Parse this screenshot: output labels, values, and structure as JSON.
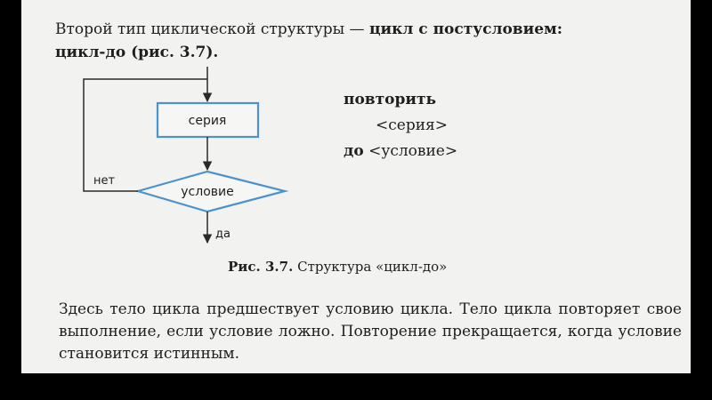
{
  "intro": {
    "part1": "Второй тип циклической структуры —",
    "bold": "цикл с постусловием:",
    "part2": "цикл-до (рис. 3.7)."
  },
  "flowchart": {
    "process_label": "серия",
    "decision_label": "условие",
    "no_label": "нет",
    "yes_label": "да",
    "box_color": "#4a93cf",
    "line_color": "#2a2a2a"
  },
  "pseudocode": {
    "line1": "повторить",
    "line2": "<серия>",
    "line3_kw": "до",
    "line3_rest": "<условие>"
  },
  "caption": {
    "label": "Рис. 3.7.",
    "text": "Структура «цикл-до»"
  },
  "body": {
    "paragraph": "Здесь тело цикла предшествует условию цикла. Тело цикла повторяет свое выполнение, если условие ложно. Повторение прекращается, когда условие становится истинным."
  }
}
